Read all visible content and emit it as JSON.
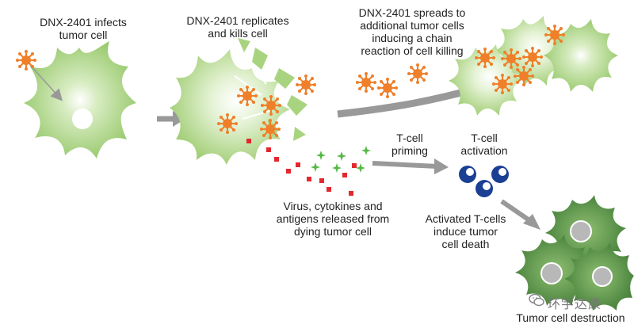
{
  "labels": {
    "infect": [
      "DNX-2401 infects",
      "tumor cell"
    ],
    "replicate": [
      "DNX-2401 replicates",
      "and kills cell"
    ],
    "spread": [
      "DNX-2401 spreads to",
      "additional tumor cells",
      "inducing a chain",
      "reaction of cell killing"
    ],
    "priming": [
      "T-cell",
      "priming"
    ],
    "activation": [
      "T-cell",
      "activation"
    ],
    "released": [
      "Virus, cytokines and",
      "antigens released from",
      "dying tumor cell"
    ],
    "activated": [
      "Activated T-cells",
      "induce tumor",
      "cell death"
    ],
    "destruction": [
      "Tumor cell destruction"
    ]
  },
  "watermark": {
    "text": "环宇达康",
    "icon": "wechat-icon"
  },
  "colors": {
    "cell_light": "#a9d47f",
    "cell_fill": "#8dc35e",
    "tumor_dark": "#4f8a3e",
    "virus": "#f07f2a",
    "arrow": "#999999",
    "tcell": "#1a3f93",
    "antigen_red": "#e2282e",
    "cytokine_green": "#57b947",
    "nucleus": "#b8b8b8"
  }
}
